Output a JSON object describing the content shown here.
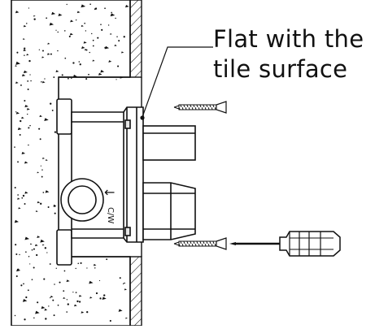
{
  "callout": {
    "line1": "Flat with the",
    "line2": "tile surface"
  },
  "valve_marks": {
    "cold_label": "C/W",
    "flow_arrow": "←"
  },
  "colors": {
    "line": "#111111",
    "concrete_background": "#ffffff",
    "fill_gray": "#e6e6e6"
  },
  "icons": {
    "wood_screw": "screw-icon",
    "screwdriver": "screwdriver-icon"
  }
}
